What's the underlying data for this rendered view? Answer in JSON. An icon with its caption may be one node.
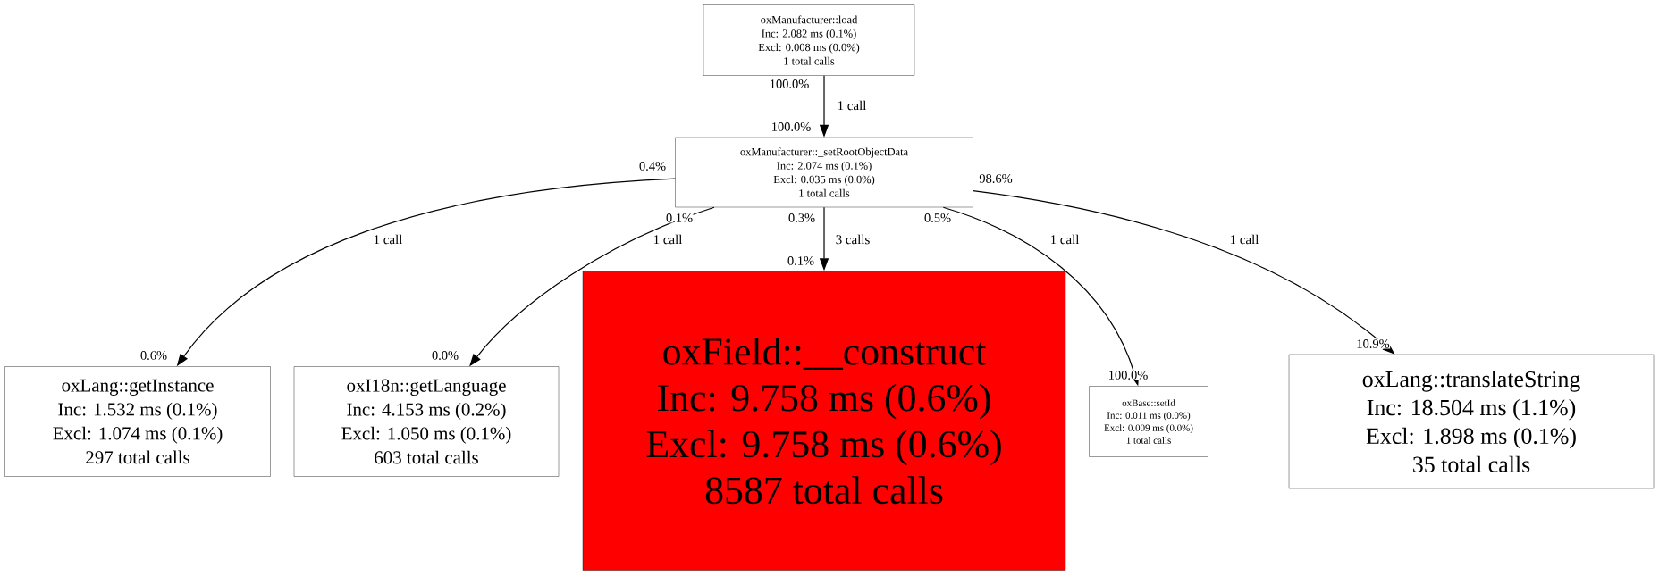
{
  "diagram": {
    "nodes": [
      {
        "text": [
          "oxManufacturer::load",
          "Inc: 2.082 ms (0.1%)",
          "Excl: 0.008 ms (0.0%)",
          "1 total calls"
        ]
      },
      {
        "text": [
          "oxManufacturer::_setRootObjectData",
          "Inc: 2.074 ms (0.1%)",
          "Excl: 0.035 ms (0.0%)",
          "1 total calls"
        ]
      },
      {
        "text": [
          "oxLang::getInstance",
          "Inc: 1.532 ms (0.1%)",
          "Excl: 1.074 ms (0.1%)",
          "297 total calls"
        ]
      },
      {
        "text": [
          "oxI18n::getLanguage",
          "Inc: 4.153 ms (0.2%)",
          "Excl: 1.050 ms (0.1%)",
          "603 total calls"
        ]
      },
      {
        "text": [
          "oxField::__construct",
          "Inc: 9.758 ms (0.6%)",
          "Excl: 9.758 ms (0.6%)",
          "8587 total calls"
        ]
      },
      {
        "text": [
          "oxBase::setId",
          "Inc: 0.011 ms (0.0%)",
          "Excl: 0.009 ms (0.0%)",
          "1 total calls"
        ]
      },
      {
        "text": [
          "oxLang::translateString",
          "Inc: 18.504 ms (1.1%)",
          "Excl: 1.898 ms (0.1%)",
          "35 total calls"
        ]
      }
    ],
    "edges": [
      {
        "from": 0,
        "to": 1,
        "arrow": "to",
        "label": "1 call"
      },
      {
        "from": 1,
        "to": 2,
        "arrow": "to",
        "label": "1 call"
      },
      {
        "from": 1,
        "to": 3,
        "arrow": "to",
        "label": "1 call"
      },
      {
        "from": 1,
        "to": 4,
        "arrow": "to",
        "label": "3 calls"
      },
      {
        "from": 1,
        "to": 5,
        "arrow": "to",
        "label": "1 call"
      },
      {
        "from": 1,
        "to": 6,
        "arrow": "to",
        "label": "1 call"
      }
    ],
    "labels": [
      "100.0%",
      "100.0%",
      "0.4%",
      "98.6%",
      "0.1%",
      "0.3%",
      "0.5%",
      "0.1%",
      "0.6%",
      "0.0%",
      "100.0%",
      "10.9%"
    ]
  }
}
